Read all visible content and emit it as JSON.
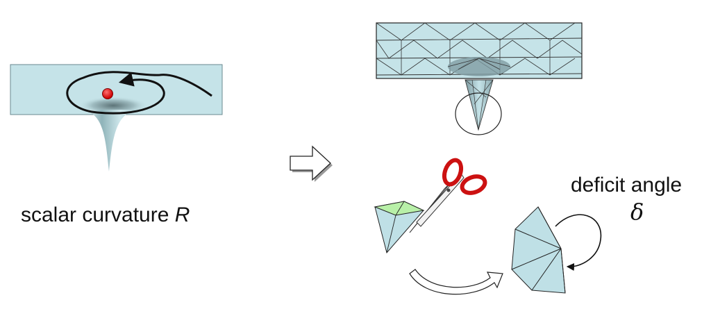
{
  "left_panel": {
    "caption_text": "scalar curvature ",
    "caption_symbol": "R"
  },
  "right_panel": {
    "deficit_label": "deficit angle",
    "deficit_symbol": "δ"
  },
  "colors": {
    "surface": "#c5e3e8",
    "surface_edge": "#6a8a90",
    "point": "#dd1111",
    "scissor_handle": "#cc1111",
    "cut_face": "#b8f0a8"
  }
}
